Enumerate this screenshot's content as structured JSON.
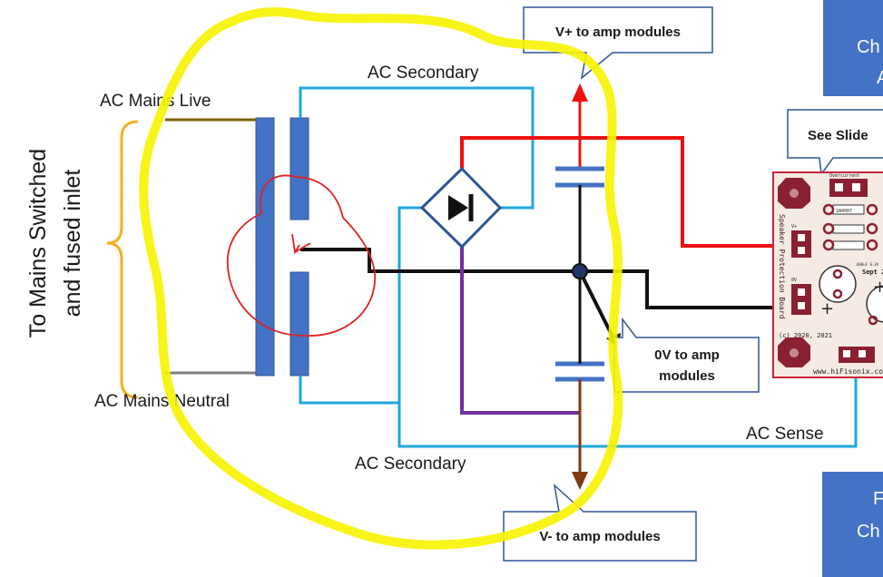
{
  "labels": {
    "mains_inlet_line1": "To Mains Switched",
    "mains_inlet_line2": "and fused inlet",
    "ac_mains_live": "AC Mains Live",
    "ac_mains_neutral": "AC Mains Neutral",
    "ac_secondary_top": "AC Secondary",
    "ac_secondary_bottom": "AC Secondary",
    "ac_sense": "AC Sense"
  },
  "callouts": {
    "v_plus": "V+ to amp modules",
    "zero_v_line1": "0V to amp",
    "zero_v_line2": "modules",
    "v_minus": "V- to amp modules",
    "see_slide": "See Slide"
  },
  "side_boxes": {
    "top_line1": "Ch",
    "top_line2": "A",
    "bottom_line1": "F",
    "bottom_line2": "Ch"
  },
  "board": {
    "title": "Speaker Protection Board",
    "copyright": "(c) 2020, 2021",
    "url": "www.hiFisonix.com",
    "date": "Sept 2",
    "overcurrent": "Overcurrent",
    "part_1n4007": "1N4007",
    "vplus_label": "V+",
    "zero_v_label": "0V",
    "cap_label": "680uF 6.3V"
  },
  "colors": {
    "transformer": "#4472c4",
    "secondary_wire": "#1ea7e1",
    "positive_rail": "#ee1111",
    "negative_rail": "#7030a0",
    "ground_wire": "#111111",
    "highlight": "#f7f300",
    "callout_border": "#2e5597",
    "board_fill": "#f6ebe4",
    "board_border": "#c7263a",
    "side_box": "#4472c4",
    "bracket": "#f5b01e"
  }
}
